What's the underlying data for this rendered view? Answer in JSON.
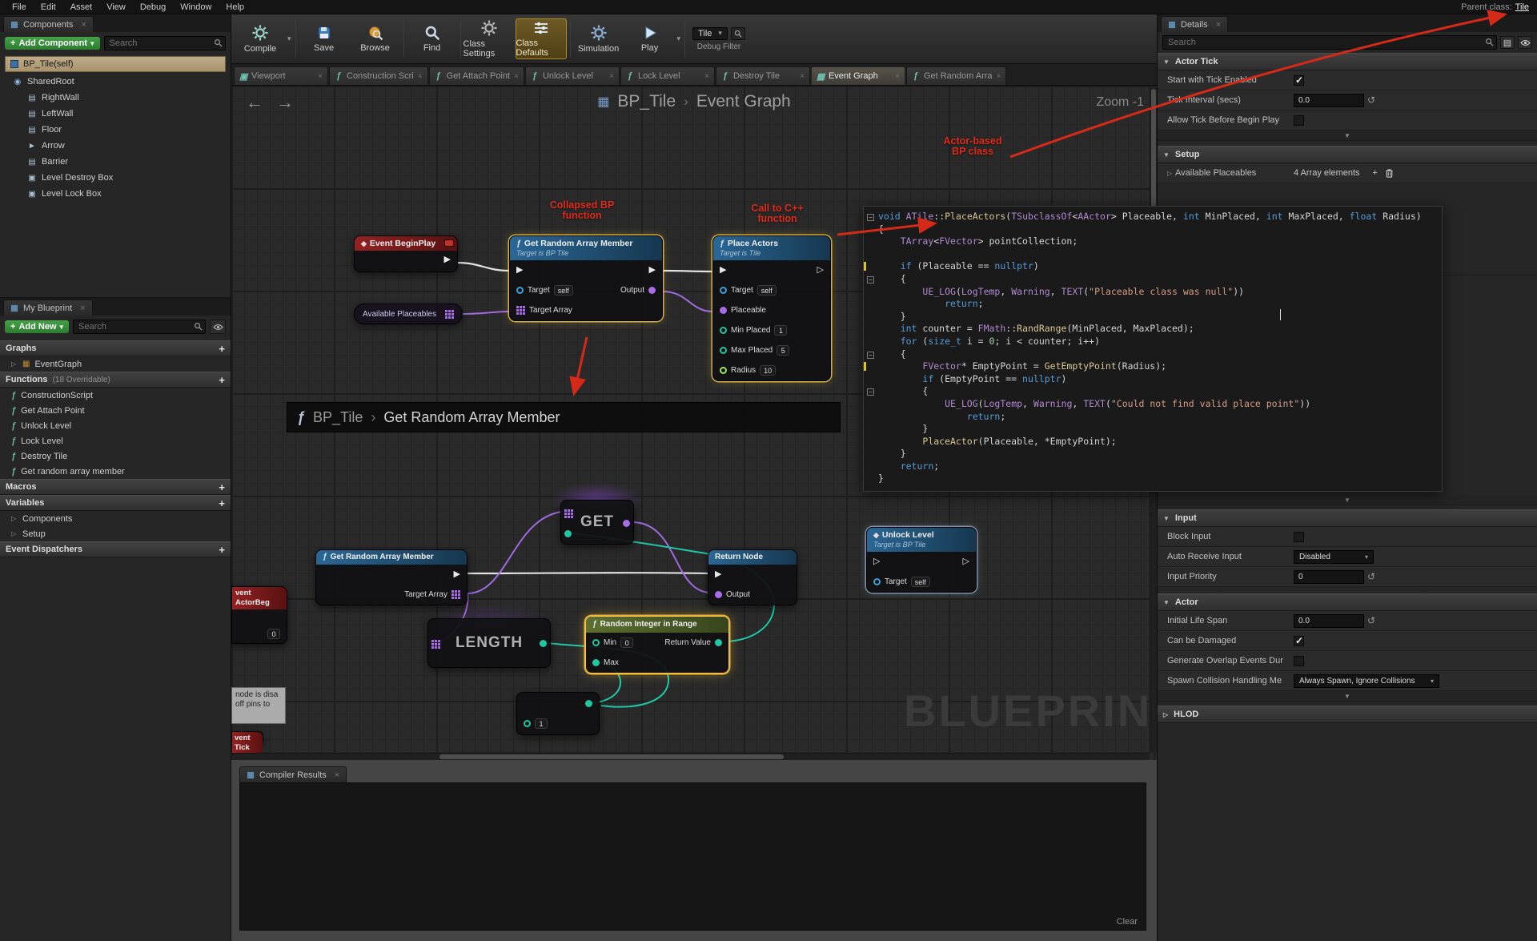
{
  "colors": {
    "annotation_red": "#df2b1a",
    "selection_orange": "#e8b23c",
    "exec_wire": "#e2e2e2",
    "object_pin": "#3ba1d8",
    "class_pin": "#a86ce8",
    "int_pin": "#1fc7a2",
    "float_pin": "#9ce65a",
    "event_header": "#942222",
    "function_header": "#2a6796",
    "pure_header": "#5d7030",
    "class_defaults_highlight": "#b08c28"
  },
  "glyphs": {
    "close": "×",
    "caret_down": "▾",
    "expand_down": "▼",
    "expand_right": "▷",
    "collapse_chev": "▼",
    "func": "ƒ",
    "exec_filled": "▶",
    "exec_hollow": "▷",
    "plus": "+",
    "sep": "›",
    "reset": "↺",
    "diamond": "◆",
    "minus": "−",
    "grid": "▦",
    "arrow_left": "←",
    "arrow_right": "→"
  },
  "menubar": {
    "items": [
      "File",
      "Edit",
      "Asset",
      "View",
      "Debug",
      "Window",
      "Help"
    ],
    "parent_class_label": "Parent class:",
    "parent_class_value": "Tile"
  },
  "toolbar": {
    "compile": "Compile",
    "save": "Save",
    "browse": "Browse",
    "find": "Find",
    "class_settings": "Class Settings",
    "class_defaults": "Class Defaults",
    "simulation": "Simulation",
    "play": "Play",
    "debug_object": "Tile",
    "debug_filter_label": "Debug Filter"
  },
  "doc_tabs": [
    {
      "icon": "▣",
      "label": "Viewport"
    },
    {
      "icon": "ƒ",
      "label": "Construction Scri"
    },
    {
      "icon": "ƒ",
      "label": "Get Attach Point"
    },
    {
      "icon": "ƒ",
      "label": "Unlock Level"
    },
    {
      "icon": "ƒ",
      "label": "Lock Level"
    },
    {
      "icon": "ƒ",
      "label": "Destroy Tile"
    },
    {
      "icon": "▦",
      "label": "Event Graph",
      "active": true
    },
    {
      "icon": "ƒ",
      "label": "Get Random Arra"
    }
  ],
  "components_panel": {
    "tab_title": "Components",
    "add_button": "Add Component",
    "search_placeholder": "Search",
    "self_item": "BP_Tile(self)",
    "root_item": "SharedRoot",
    "children": [
      {
        "icon": "▤",
        "label": "RightWall"
      },
      {
        "icon": "▤",
        "label": "LeftWall"
      },
      {
        "icon": "▤",
        "label": "Floor"
      },
      {
        "icon": "►",
        "label": "Arrow"
      },
      {
        "icon": "▤",
        "label": "Barrier"
      },
      {
        "icon": "▣",
        "label": "Level Destroy Box"
      },
      {
        "icon": "▣",
        "label": "Level Lock Box"
      }
    ]
  },
  "my_blueprint": {
    "tab_title": "My Blueprint",
    "add_button": "Add New",
    "search_placeholder": "Search",
    "graphs_header": "Graphs",
    "event_graph_item": "EventGraph",
    "functions_header": "Functions",
    "functions_hint": "(18 Overridable)",
    "functions": [
      "ConstructionScript",
      "Get Attach Point",
      "Unlock Level",
      "Lock Level",
      "Destroy Tile",
      "Get random array member"
    ],
    "macros_header": "Macros",
    "variables_header": "Variables",
    "variables": [
      "Components",
      "Setup"
    ],
    "event_dispatchers_header": "Event Dispatchers"
  },
  "graph": {
    "breadcrumb_root": "BP_Tile",
    "breadcrumb_current": "Event Graph",
    "zoom_label": "Zoom -1",
    "watermark": "BLUEPRINT",
    "annotations": {
      "collapsed": "Collapsed BP function",
      "call_cpp": "Call to C++ function",
      "actor_based": "Actor-based BP class"
    },
    "subgraph": {
      "root": "BP_Tile",
      "name": "Get Random Array Member"
    },
    "nodes": {
      "event_begin_play": {
        "title": "Event BeginPlay"
      },
      "get_random_array_member": {
        "title": "Get Random Array Member",
        "subtitle": "Target is BP Tile",
        "target_label": "Target",
        "target_value": "self",
        "output_label": "Output",
        "array_label": "Target Array"
      },
      "place_actors": {
        "title": "Place Actors",
        "subtitle": "Target is Tile",
        "target_label": "Target",
        "target_value": "self",
        "placeable_label": "Placeable",
        "min_label": "Min Placed",
        "min_value": "1",
        "max_label": "Max Placed",
        "max_value": "5",
        "radius_label": "Radius",
        "radius_value": "10"
      },
      "available_placeables": {
        "title": "Available Placeables"
      },
      "get": {
        "title": "GET"
      },
      "length": {
        "title": "LENGTH"
      },
      "function_entry": {
        "title": "Get Random Array Member",
        "array_label": "Target Array"
      },
      "return_node": {
        "title": "Return Node",
        "output_label": "Output"
      },
      "unlock_level": {
        "title": "Unlock Level",
        "subtitle": "Target is BP Tile",
        "target_label": "Target",
        "target_value": "self"
      },
      "random_integer": {
        "title": "Random Integer in Range",
        "min_label": "Min",
        "min_value": "0",
        "max_label": "Max",
        "return_label": "Return Value"
      },
      "literal": {
        "value": "1"
      },
      "edge_event": {
        "title": "vent ActorBeg",
        "value": "0"
      },
      "edge_tick": {
        "title": "vent Tick"
      },
      "tooltip": "node is disa off pins to"
    }
  },
  "code": {
    "lines": [
      "void ATile::PlaceActors(TSubclassOf<AActor> Placeable, int MinPlaced, int MaxPlaced, float Radius)",
      "{",
      "    TArray<FVector> pointCollection;",
      "",
      "    if (Placeable == nullptr)",
      "    {",
      "        UE_LOG(LogTemp, Warning, TEXT(\"Placeable class was null\"))",
      "            return;",
      "    }",
      "    int counter = FMath::RandRange(MinPlaced, MaxPlaced);",
      "    for (size_t i = 0; i < counter; i++)",
      "    {",
      "        FVector* EmptyPoint = GetEmptyPoint(Radius);",
      "        if (EmptyPoint == nullptr)",
      "        {",
      "            UE_LOG(LogTemp, Warning, TEXT(\"Could not find valid place point\"))",
      "                return;",
      "        }",
      "        PlaceActor(Placeable, *EmptyPoint);",
      "    }",
      "    return;",
      "}"
    ],
    "fold_lines": [
      0,
      5,
      11,
      14
    ],
    "mark_lines": [
      4,
      12
    ]
  },
  "details": {
    "tab_title": "Details",
    "search_placeholder": "Search",
    "actor_tick": {
      "header": "Actor Tick",
      "rows": [
        {
          "label": "Start with Tick Enabled"
        },
        {
          "label": "Tick Interval (secs)",
          "value": "0.0"
        },
        {
          "label": "Allow Tick Before Begin Play"
        }
      ]
    },
    "setup": {
      "header": "Setup",
      "row_label": "Available Placeables",
      "row_value": "4 Array elements"
    },
    "input": {
      "header": "Input",
      "rows": [
        {
          "label": "Block Input"
        },
        {
          "label": "Auto Receive Input",
          "value": "Disabled"
        },
        {
          "label": "Input Priority",
          "value": "0"
        }
      ]
    },
    "actor": {
      "header": "Actor",
      "rows": [
        {
          "label": "Initial Life Span",
          "value": "0.0"
        },
        {
          "label": "Can be Damaged"
        },
        {
          "label": "Generate Overlap Events Dur"
        },
        {
          "label": "Spawn Collision Handling Me",
          "value": "Always Spawn, Ignore Collisions"
        }
      ]
    },
    "hlod_header": "HLOD"
  },
  "compiler": {
    "tab_title": "Compiler Results",
    "clear_label": "Clear"
  }
}
